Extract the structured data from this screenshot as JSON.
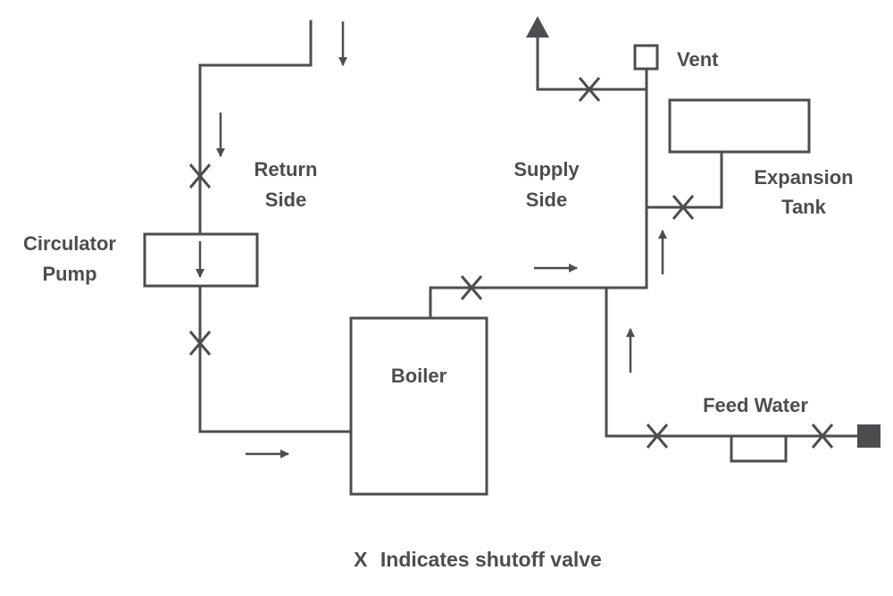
{
  "colors": {
    "line": "#4d4d4f",
    "text": "#4d4d4f",
    "background": "#ffffff"
  },
  "labels": {
    "return_side_line1": "Return",
    "return_side_line2": "Side",
    "supply_side_line1": "Supply",
    "supply_side_line2": "Side",
    "circulator_pump_line1": "Circulator",
    "circulator_pump_line2": "Pump",
    "boiler": "Boiler",
    "vent": "Vent",
    "expansion_tank_line1": "Expansion",
    "expansion_tank_line2": "Tank",
    "feed_water": "Feed Water"
  },
  "legend": {
    "symbol": "X",
    "text": "Indicates shutoff valve"
  }
}
